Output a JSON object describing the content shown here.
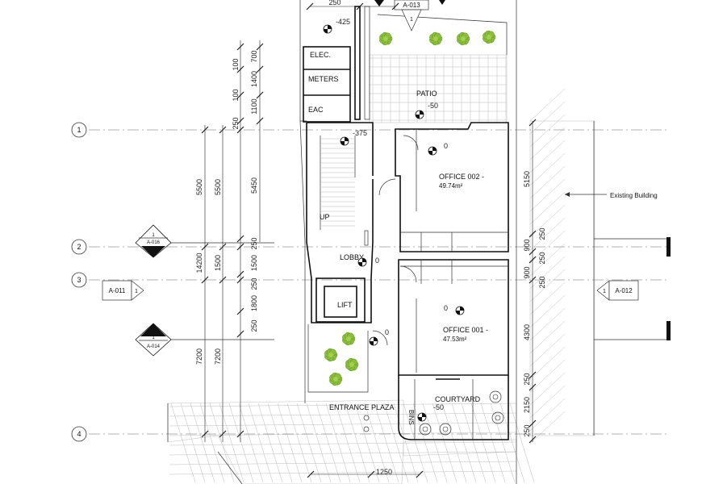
{
  "drawing": {
    "grid_lines": [
      "1",
      "2",
      "3",
      "4"
    ],
    "rooms": {
      "elec": "ELEC.",
      "meters": "METERS",
      "eac": "EAC",
      "patio": "PATIO",
      "up": "UP",
      "lobby": "LOBBY",
      "lift": "LIFT",
      "office_002_line1": "OFFICE  002 -",
      "office_002_line2": "49.74m²",
      "office_001_line1": "OFFICE  001 -",
      "office_001_line2": "47.53m²",
      "courtyard": "COURTYARD",
      "bins": "BINS",
      "entrance_plaza": "ENTRANCE PLAZA",
      "existing_building": "Existing Building"
    },
    "levels": {
      "top": "-425",
      "patio": "-50",
      "stair": "-375",
      "office_002": "0",
      "lobby": "0",
      "office_001": "0",
      "entrance": "0",
      "courtyard": "-50"
    },
    "section_refs": {
      "top_tag": "A-013",
      "top_num": "1",
      "left_upper_num": "1",
      "left_upper_ref": "A-016",
      "left_lower_num": "1",
      "left_lower_ref": "A-014",
      "left_tag": "A-011",
      "left_tag_num": "1",
      "right_tag": "A-012",
      "right_tag_num": "1"
    },
    "dims_left_outer": [
      "5500",
      "14200",
      "7200"
    ],
    "dims_left_mid": [
      "5500",
      "1500",
      "7200"
    ],
    "dims_left_inner": [
      "700",
      "1400",
      "1100",
      "250",
      "5450",
      "250",
      "1500",
      "250",
      "1800",
      "250"
    ],
    "dims_left_inner_col": [
      "100",
      "100"
    ],
    "dims_right": [
      "5150",
      "900",
      "250",
      "900",
      "250",
      "4300",
      "250",
      "2150",
      "250"
    ],
    "dims_top": [
      "250"
    ],
    "dims_bottom": [
      "1250"
    ]
  }
}
